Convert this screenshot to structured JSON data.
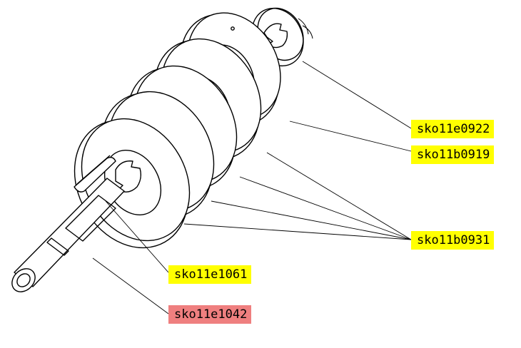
{
  "parts": [
    {
      "id": "sko11e0922",
      "text": "sko11e0922",
      "highlight": "yellow"
    },
    {
      "id": "sko11b0919",
      "text": "sko11b0919",
      "highlight": "yellow"
    },
    {
      "id": "sko11b0931",
      "text": "sko11b0931",
      "highlight": "yellow"
    },
    {
      "id": "sko11e1061",
      "text": "sko11e1061",
      "highlight": "yellow"
    },
    {
      "id": "sko11e1042",
      "text": "sko11e1042",
      "highlight": "red"
    }
  ],
  "colors": {
    "yellow": "#ffff00",
    "red": "#ef7f7f",
    "ink": "#000000"
  }
}
